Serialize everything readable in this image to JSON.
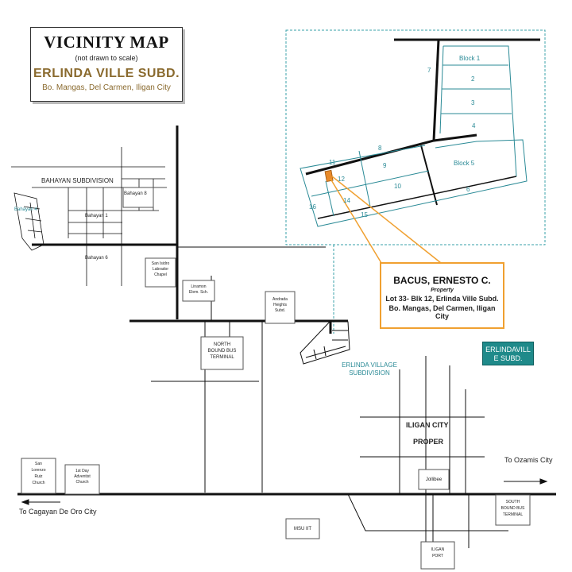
{
  "title": {
    "main": "VICINITY MAP",
    "note": "(not drawn to scale)",
    "subdivision": "ERLINDA VILLE SUBD.",
    "address": "Bo. Mangas, Del Carmen, Iligan City"
  },
  "owner": {
    "name": "BACUS, ERNESTO C.",
    "property": "Property",
    "line1": "Lot 33- Blk 12, Erlinda Ville Subd.",
    "line2": "Bo. Mangas, Del Carmen, Iligan City"
  },
  "inset_labels": {
    "block1": "Block 1",
    "block5": "Block 5",
    "lot2": "2",
    "lot3": "3",
    "lot4": "4",
    "lot6": "6",
    "lot7": "7",
    "lot8": "8",
    "lot9": "9",
    "lot10": "10",
    "lot11": "11",
    "lot12": "12",
    "lot14": "14",
    "lot15": "15",
    "lot16": "16"
  },
  "places": {
    "bahayan_subdivision": "BAHAYAN SUBDIVISION",
    "bahayan4": "Bahayan 4",
    "bahayan8": "Bahayan 8",
    "bahayan1": "Bahayan 1",
    "bahayan6": "Bahayan 6",
    "san_isidro_chapel": "San Isidro\nLabrador\nChapel",
    "linamon_school": "Linamon\nElem. Sch.",
    "andrada_heights": "Andrada\nHeights\nSubd.",
    "north_terminal": "NORTH\nBOUND BUS\nTERMINAL",
    "erlinda_village": "ERLINDA VILLAGE\nSUBDIVISION",
    "erlinda_ville_box": "ERLINDAVILL\nE SUBD.",
    "iligan_proper_1": "ILIGAN CITY",
    "iligan_proper_2": "PROPER",
    "jollibee": "Jollibee",
    "san_lorenzo": "San\nLorenzo\nRuiz\nChurch",
    "first_day_church": "1st Day\nAdventist\nChurch",
    "to_ozamis": "To Ozamis City",
    "to_cagayan": "To Cagayan De Oro City",
    "south_terminal": "SOUTH\nBOUND BUS\nTERMINAL",
    "msu_iit": "MSU IIT",
    "iligan_port": "ILIGAN\nPORT"
  },
  "colors": {
    "road": "#111111",
    "inset_outline": "#2a8a96",
    "leader": "#f0a030",
    "property_fill": "#e88a2a",
    "title_accent": "#8a6a2e",
    "label_teal": "#2a8a96"
  }
}
